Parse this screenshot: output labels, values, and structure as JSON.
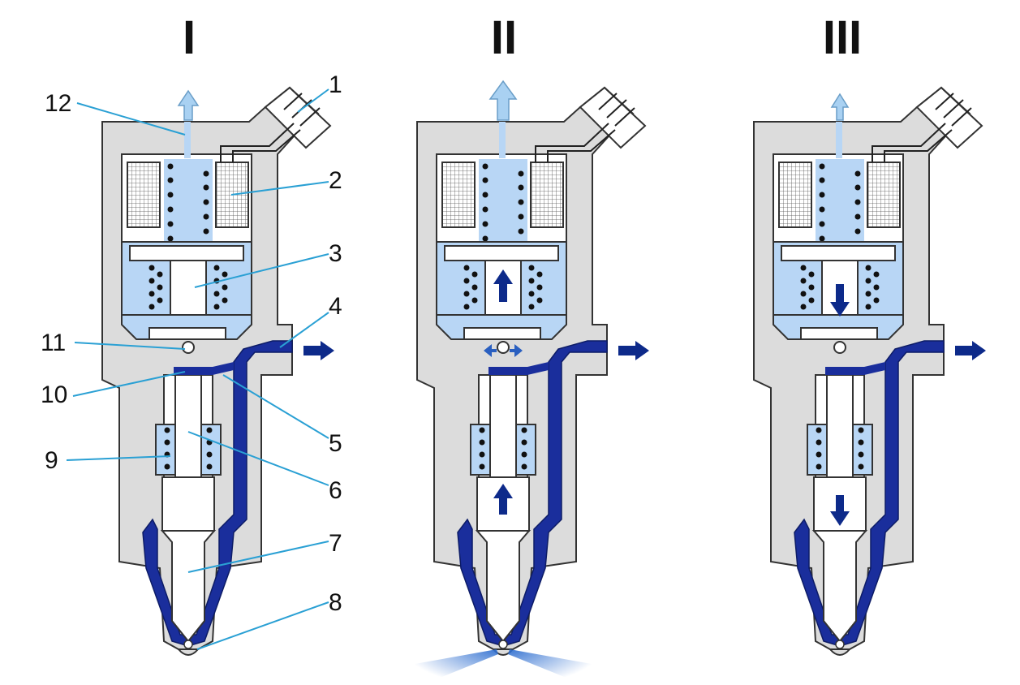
{
  "stages": [
    {
      "title": "I"
    },
    {
      "title": "II"
    },
    {
      "title": "III"
    }
  ],
  "callouts": [
    "1",
    "2",
    "3",
    "4",
    "5",
    "6",
    "7",
    "8",
    "9",
    "10",
    "11",
    "12"
  ],
  "colors": {
    "housing": "#dcdcdc",
    "housing_outline": "#333333",
    "low_pressure": "#b8d6f5",
    "high_pressure": "#1a2e9c",
    "arrow": "#0d2a8a",
    "return_arrow": "#a9d1f2",
    "leader_line": "#2aa0d4",
    "spray": "#3f7fd6"
  },
  "icons": {
    "return-flow": "arrow-up-icon",
    "fuel-inlet": "arrow-left-icon",
    "armature-motion": "arrow-up-down-icon"
  }
}
